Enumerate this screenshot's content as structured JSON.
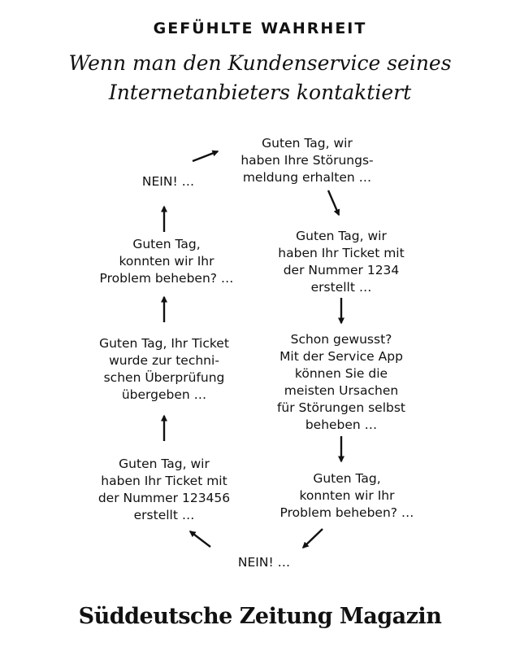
{
  "header": {
    "kicker": "GEFÜHLTE WAHRHEIT",
    "headline_line1": "Wenn man den Kundenservice seines",
    "headline_line2": "Internetanbieters kontaktiert"
  },
  "cycle": {
    "node_received": "Guten Tag, wir\nhaben Ihre Störungs-\nmeldung erhalten …",
    "node_ticket_1234": "Guten Tag, wir\nhaben Ihr Ticket mit\nder Nummer 1234\nerstellt …",
    "node_service_app": "Schon gewusst?\nMit der Service App\nkönnen Sie die\nmeisten Ursachen\nfür Störungen selbst\nbeheben …",
    "node_solved_right": "Guten Tag,\nkonnten wir Ihr\nProblem beheben? …",
    "node_no_bottom": "NEIN! …",
    "node_ticket_123456": "Guten Tag, wir\nhaben Ihr Ticket mit\nder Nummer 123456\nerstellt …",
    "node_technical_check": "Guten Tag, Ihr Ticket\nwurde zur techni-\nschen Überprüfung\nübergeben …",
    "node_solved_left": "Guten Tag,\nkonnten wir Ihr\nProblem beheben? …",
    "node_no_top": "NEIN! …"
  },
  "footer": {
    "brand": "Süddeutsche Zeitung Magazin"
  },
  "colors": {
    "text": "#111111",
    "background": "#ffffff"
  }
}
